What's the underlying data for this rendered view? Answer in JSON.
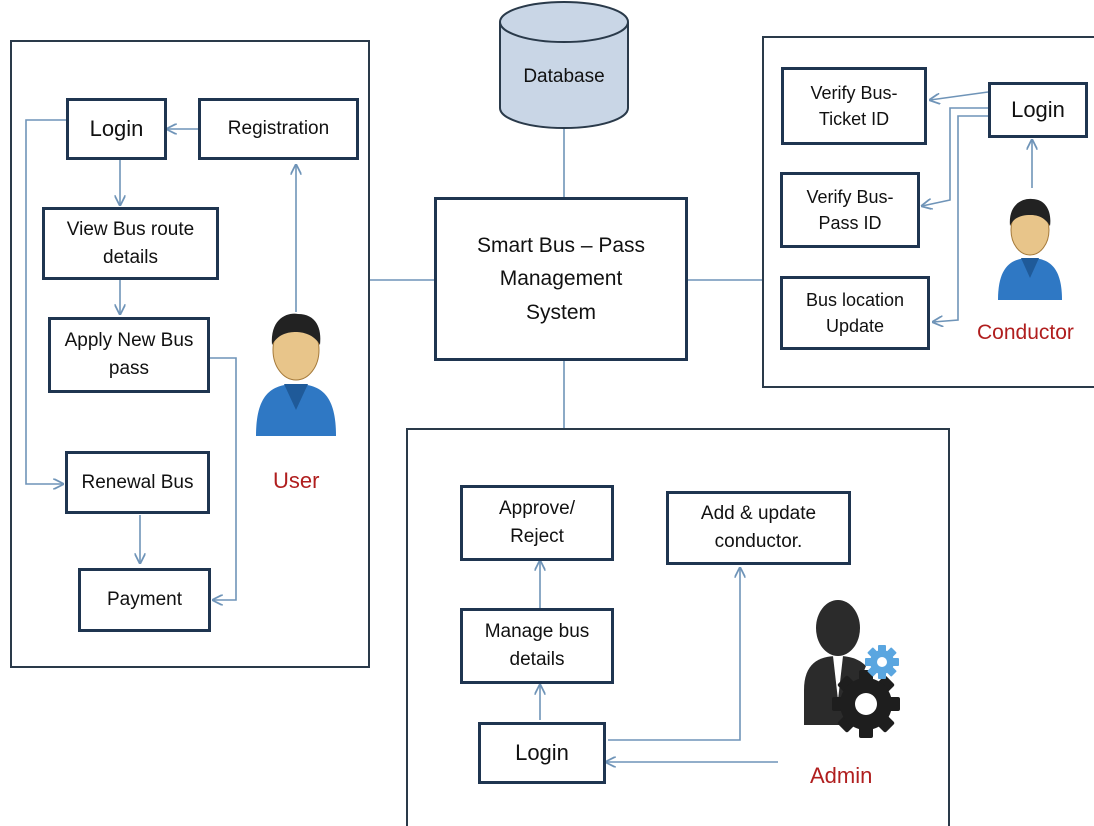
{
  "database": {
    "label": "Database"
  },
  "system": {
    "label": "Smart Bus – Pass\nManagement\nSystem"
  },
  "user_panel": {
    "role": "User",
    "login": "Login",
    "registration": "Registration",
    "view_route": "View Bus route\ndetails",
    "apply_pass": "Apply New Bus\npass",
    "renewal": "Renewal Bus",
    "payment": "Payment"
  },
  "conductor_panel": {
    "role": "Conductor",
    "login": "Login",
    "verify_ticket": "Verify Bus-\nTicket ID",
    "verify_pass": "Verify Bus-\nPass ID",
    "location_update": "Bus location\nUpdate"
  },
  "admin_panel": {
    "role": "Admin",
    "login": "Login",
    "approve": "Approve/\nReject",
    "manage": "Manage bus\ndetails",
    "add_update": "Add & update\nconductor."
  },
  "colors": {
    "box_border": "#1f3550",
    "arrow": "#6f94b8",
    "role_text": "#b01e1e",
    "database_fill": "#c9d6e6",
    "user_shirt": "#2f78c4",
    "admin_figure": "#2b2b2b",
    "gear_small": "#5aa6e0"
  },
  "icons": [
    "database-cylinder-icon",
    "user-person-icon",
    "conductor-person-icon",
    "admin-gear-icon"
  ]
}
